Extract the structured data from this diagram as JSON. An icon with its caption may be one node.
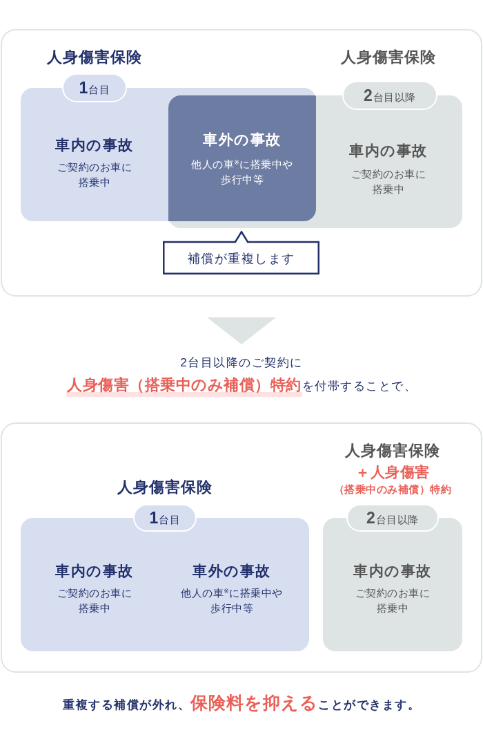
{
  "diagram": {
    "nodes": [
      {
        "text": [
          "人身傷害保険",
          "車内の事故",
          "ご契約のお車に搭乗中"
        ]
      },
      {
        "text": [
          "**1**台目"
        ]
      },
      {
        "text": [
          "車外の事故",
          "他人の車$^{※}$に搭乗中や歩行中等"
        ]
      },
      {
        "text": [
          "人身傷害保険",
          "車内の事故",
          "ご契約のお車に搭乗中"
        ]
      },
      {
        "text": [
          "**2**台目以降"
        ]
      },
      {
        "text": [
          "補償が重複します"
        ]
      },
      {
        "text": [
          "人身傷害保険",
          "車内の事故",
          "ご契約のお車に搭乗中",
          "車外の事故",
          "他人の車$^{※}$に搭乗中や歩行中等"
        ]
      },
      {
        "text": [
          "**1**台目"
        ]
      },
      {
        "text": [
          "人身傷害保険",
          "＋人身傷害（搭乗中のみ補償）特約",
          "車内の事故",
          "ご契約のお車に搭乗中"
        ]
      },
      {
        "text": [
          "**2**台目以降"
        ]
      }
    ],
    "labels": [
      "2台目以降のご契約に**人身傷害（搭乗中のみ補償）特約**を付帯することで、",
      "重複する補償が外れ、**保険料を抑える**ことができます。"
    ]
  }
}
